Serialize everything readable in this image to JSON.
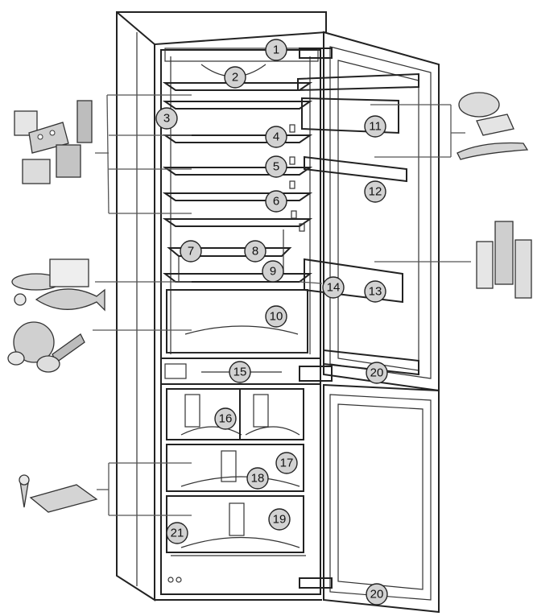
{
  "callouts": {
    "c1": "1",
    "c2": "2",
    "c3": "3",
    "c4": "4",
    "c5": "5",
    "c6": "6",
    "c7": "7",
    "c8": "8",
    "c9": "9",
    "c10": "10",
    "c11": "11",
    "c12": "12",
    "c13": "13",
    "c14": "14",
    "c15": "15",
    "c16": "16",
    "c17": "17",
    "c18": "18",
    "c19": "19",
    "c20a": "20",
    "c20b": "20",
    "c21": "21"
  },
  "colors": {
    "line": "#222222",
    "badge_fill": "#d2d2d2",
    "food_fill": "#cfcfcf"
  }
}
